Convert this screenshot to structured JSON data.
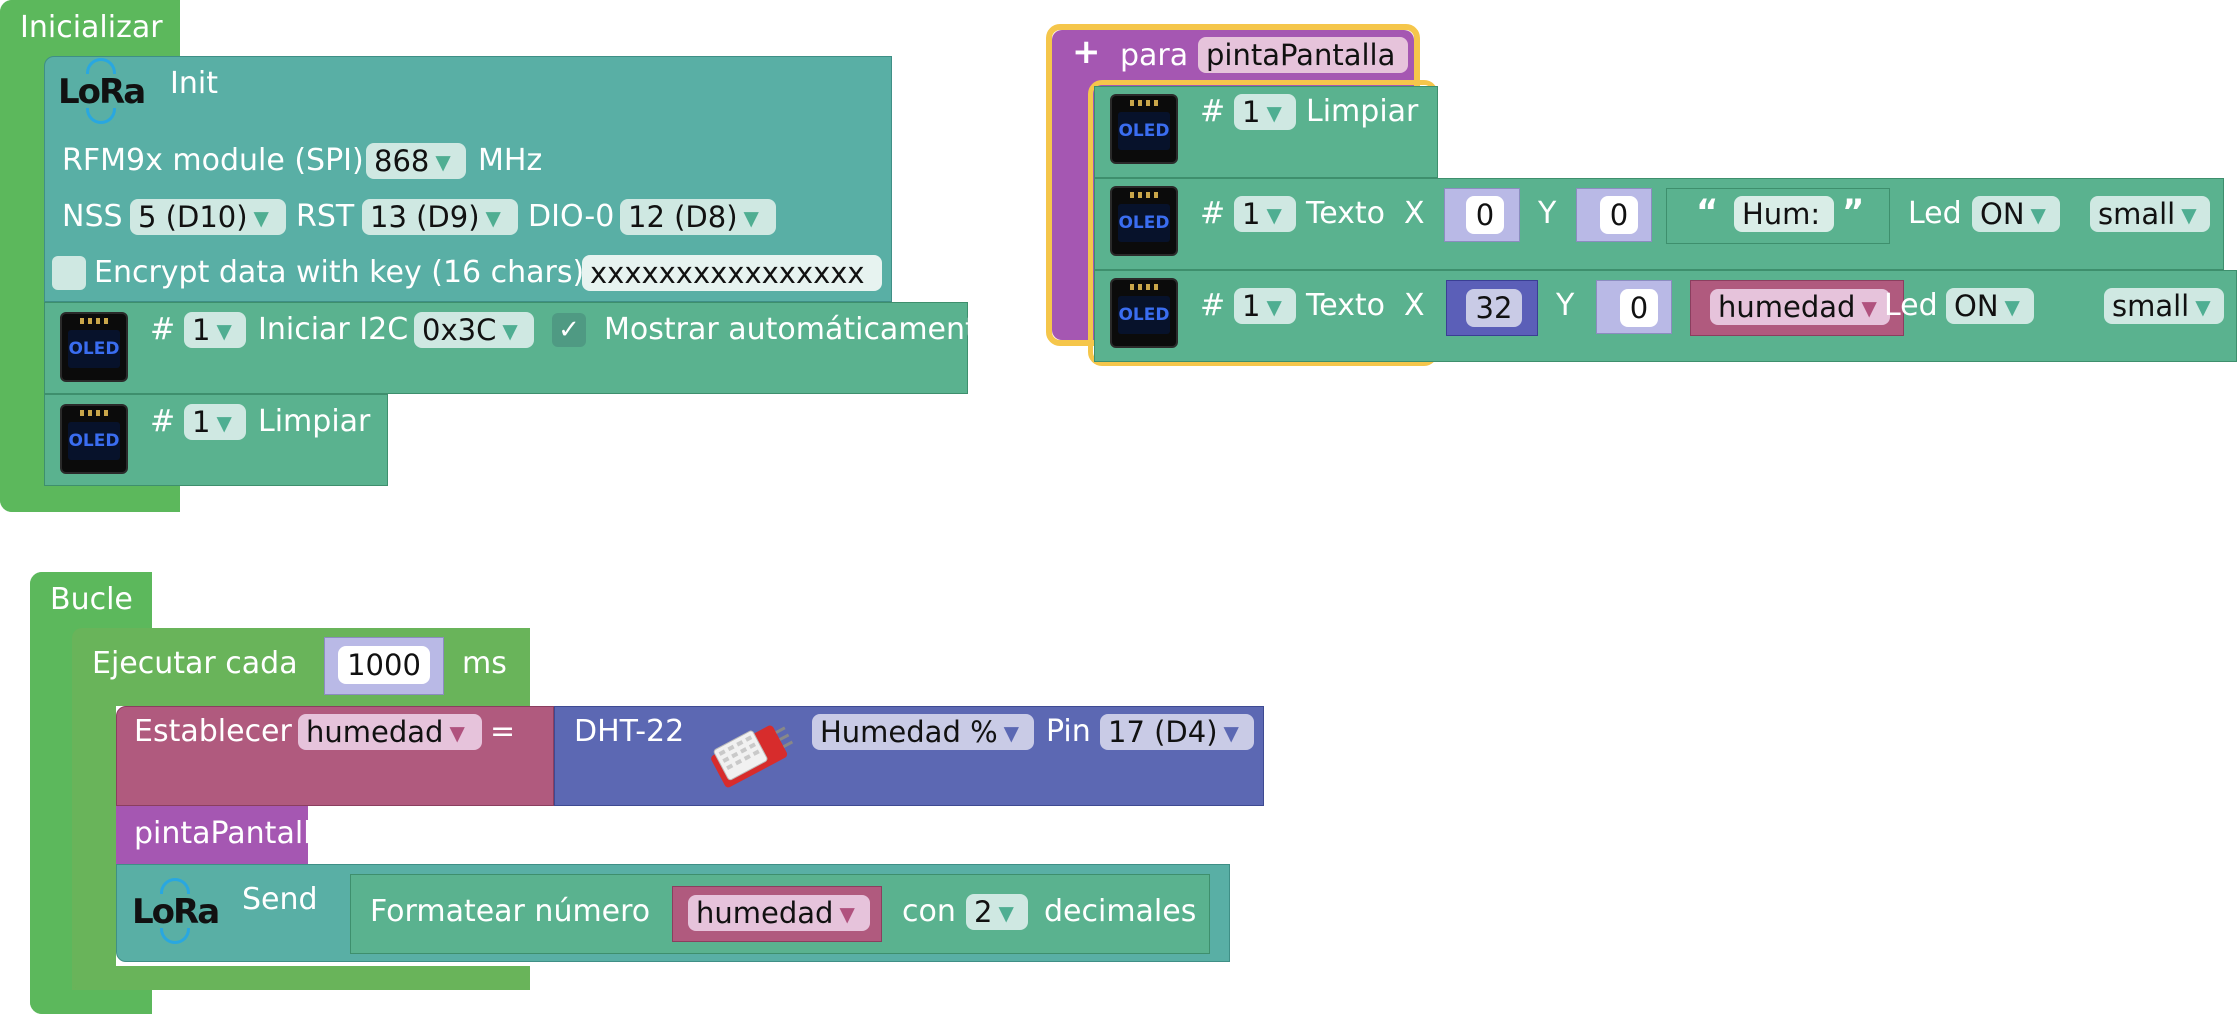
{
  "inicializar": {
    "label": "Inicializar",
    "lora_init": {
      "title": "Init",
      "module_label": "RFM9x module (SPI)",
      "freq": "868",
      "freq_unit": "MHz",
      "nss_label": "NSS",
      "nss": "5 (D10)",
      "rst_label": "RST",
      "rst": "13 (D9)",
      "dio_label": "DIO-0",
      "dio": "12 (D8)",
      "encrypt_label": "Encrypt data with key (16 chars)",
      "encrypt_key": "xxxxxxxxxxxxxxxx"
    },
    "oled_init": {
      "hash": "#",
      "index": "1",
      "label": "Iniciar I2C",
      "address": "0x3C",
      "check": "✓",
      "auto_label": "Mostrar automáticamente"
    },
    "oled_clear": {
      "hash": "#",
      "index": "1",
      "label": "Limpiar"
    }
  },
  "function_def": {
    "plus": "+",
    "para_label": "para",
    "name": "pintaPantalla",
    "clear": {
      "hash": "#",
      "index": "1",
      "label": "Limpiar"
    },
    "text1": {
      "hash": "#",
      "index": "1",
      "label": "Texto",
      "x_label": "X",
      "x": "0",
      "y_label": "Y",
      "y": "0",
      "string": "Hum:",
      "led_label": "Led",
      "led": "ON",
      "size": "small"
    },
    "text2": {
      "hash": "#",
      "index": "1",
      "label": "Texto",
      "x_label": "X",
      "x": "32",
      "y_label": "Y",
      "y": "0",
      "variable": "humedad",
      "led_label": "Led",
      "led": "ON",
      "size": "small"
    }
  },
  "bucle": {
    "label": "Bucle",
    "every": {
      "label": "Ejecutar cada",
      "value": "1000",
      "unit": "ms"
    },
    "set": {
      "label": "Establecer",
      "variable": "humedad",
      "eq": "="
    },
    "dht": {
      "label": "DHT-22",
      "measure": "Humedad %",
      "pin_label": "Pin",
      "pin": "17 (D4)"
    },
    "call": {
      "label": "pintaPantalla"
    },
    "send": {
      "label": "Send",
      "format_label": "Formatear número",
      "variable": "humedad",
      "con_label": "con",
      "decimals": "2",
      "dec_label": "decimales"
    }
  },
  "glyphs": {
    "arrow": "▼",
    "quote_open": "“",
    "quote_close": "”",
    "oled_text": "OLED",
    "lora_text": "LoRa"
  },
  "colors": {
    "control_green": "#5cb85c",
    "lora_teal": "#59afa5",
    "oled_green": "#5ab28f",
    "variable_pink": "#b05a7e",
    "sensor_indigo": "#5c68b3",
    "procedure_violet": "#a557b2",
    "selection_yellow": "#f5c64b"
  }
}
